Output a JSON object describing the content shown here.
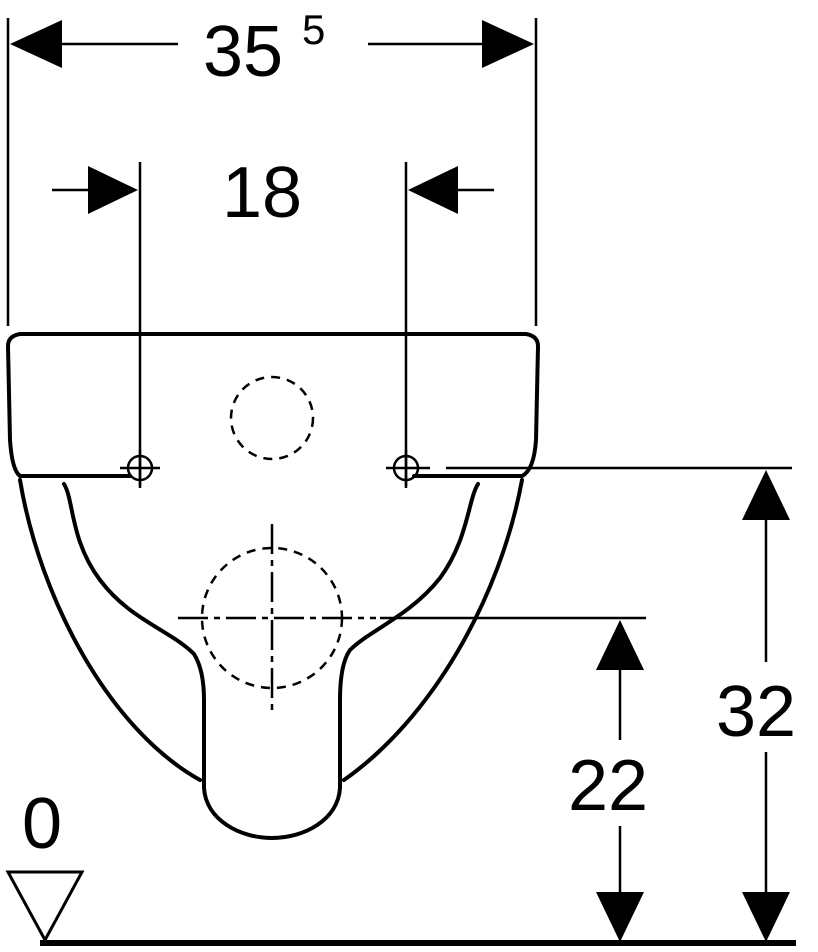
{
  "dimensions": {
    "overall_width": {
      "main": "35",
      "superscript": "5"
    },
    "fixing_distance": "18",
    "fixing_height": "32",
    "outlet_height": "22",
    "floor_level": "0"
  },
  "colors": {
    "ink": "#000000",
    "background": "#ffffff"
  }
}
